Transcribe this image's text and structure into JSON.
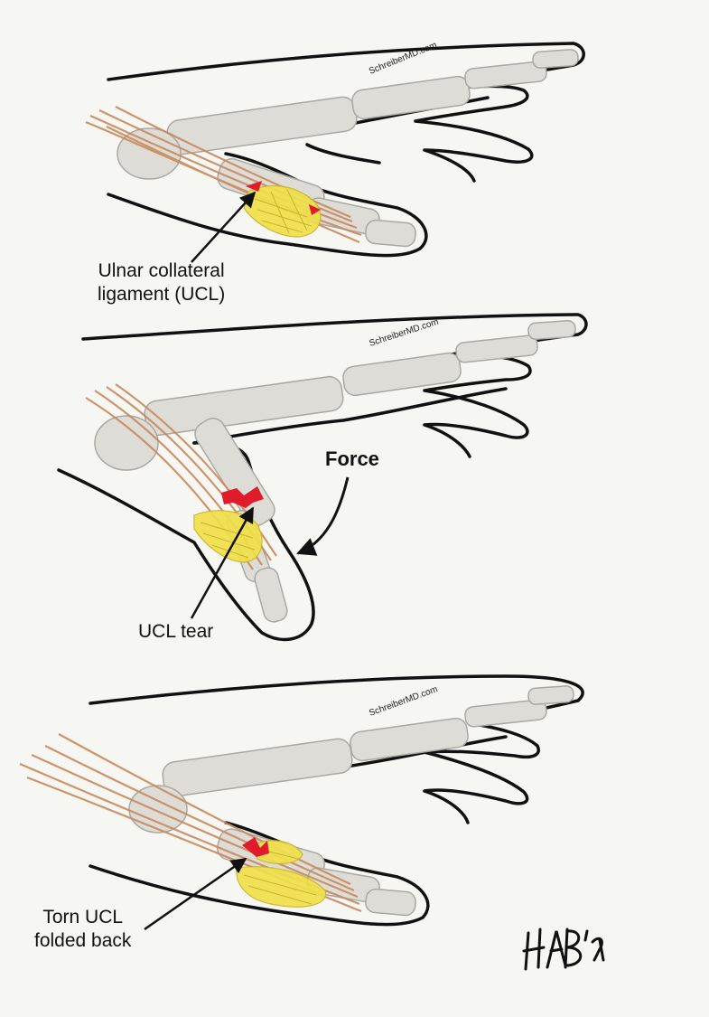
{
  "watermark": "SchreiberMD.com",
  "panels": [
    {
      "id": "intact",
      "label_lines": [
        "Ulnar collateral",
        "ligament (UCL)"
      ]
    },
    {
      "id": "tear",
      "label_lines": [
        "UCL tear"
      ],
      "force_label": "Force"
    },
    {
      "id": "folded",
      "label_lines": [
        "Torn UCL",
        "folded back"
      ]
    }
  ],
  "signature": "HAB'19",
  "colors": {
    "outline": "#111111",
    "bone_fill": "#dddcd7",
    "bone_stroke": "#a9a8a2",
    "tendon": "#c98a5e",
    "ligament": "#f0e04a",
    "tear": "#e01b2a",
    "background": "#f6f6f3"
  }
}
